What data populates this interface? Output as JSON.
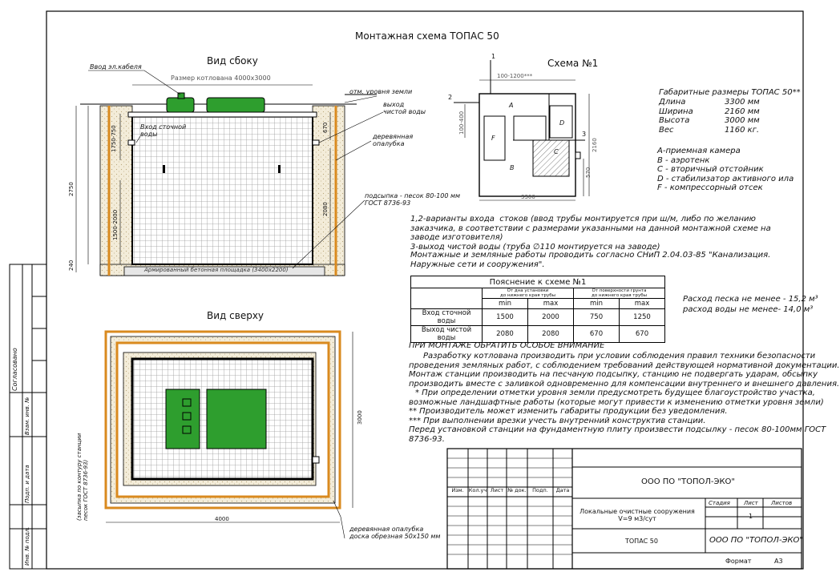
{
  "drawing_title": "Монтажная схема ТОПАС 50",
  "side_view": {
    "title": "Вид сбоку",
    "pit_size": "Размер котлована 4000х3000",
    "cable_entry": "Ввод эл.кабеля",
    "ground_level": "отм. уровня земли",
    "clean_water_outlet": "выход\nчистой воды",
    "sewage_inlet": "Вход сточной\nводы",
    "wooden_formwork": "деревянная\nопалубка",
    "sand_bedding": "подсыпка - песок 80-100 мм\nГОСТ 8736-93",
    "concrete_slab": "Армированный бетонная площадка (3400х2200)",
    "dim_1750_750": "1750-750",
    "dim_2750": "2750",
    "dim_1500_2000": "1500-2000",
    "dim_240": "240",
    "dim_670": "670",
    "dim_2080": "2080"
  },
  "top_view": {
    "title": "Вид сверху",
    "formwork": "деревянная опалубка\nдоска обрезная 50х150 мм",
    "left_note": "(засыпка по контуру станции\nпесок ГОСТ 8736-93)",
    "dim_3000": "3000",
    "dim_4000": "4000"
  },
  "scheme1": {
    "title": "Схема №1",
    "label_1": "1",
    "label_2": "2",
    "label_3": "3",
    "dim_top": "100-1200***",
    "dim_left": "100-400",
    "dim_2160": "2160",
    "dim_570": "570",
    "dim_3300": "3300",
    "zone_a": "A",
    "zone_b": "B",
    "zone_c": "C",
    "zone_d": "D",
    "zone_f": "F"
  },
  "specs": {
    "heading": "Габаритные размеры ТОПАС 50**",
    "rows": [
      {
        "label": "Длина",
        "value": "3300 мм"
      },
      {
        "label": "Ширина",
        "value": "2160 мм"
      },
      {
        "label": "Высота",
        "value": "3000 мм"
      },
      {
        "label": "Вес",
        "value": "1160 кг."
      }
    ],
    "legend": [
      "А-приемная камера",
      "B - аэротенк",
      "C - вторичный отстойник",
      "D - стабилизатор активного  ила",
      "F  - компрессорный отсек"
    ]
  },
  "notes": {
    "variants": "1,2-варианты входа  стоков (ввод трубы монтируется при ш/м, либо по желанию заказчика, в соответствии с размерами указанными на данной монтажной схеме на заводе изготовителя)\n3-выход чистой воды (труба ∅110 монтируется на заводе)",
    "snip": "Монтажные и земляные работы проводить согласно СНиП 2.04.03-85 \"Канализация. Наружные сети и сооружения\"."
  },
  "explanation_table": {
    "title": "Пояснение к схеме №1",
    "col_group_1": "От дна установки\nдо нижнего края трубы",
    "col_group_2": "От поверхности грунта\nдо нижнего края трубы",
    "min": "min",
    "max": "max",
    "rows": [
      {
        "label": "Вход сточной воды",
        "v1": "1500",
        "v2": "2000",
        "v3": "750",
        "v4": "1250"
      },
      {
        "label": "Выход чистой воды",
        "v1": "2080",
        "v2": "2080",
        "v3": "670",
        "v4": "670"
      }
    ]
  },
  "consumption": {
    "sand": "Расход песка не менее - 15,2 м³",
    "water": "расход воды не менее- 14,0 м³"
  },
  "attention": {
    "heading": "ПРИ МОНТАЖЕ ОБРАТИТЬ ОСОБОЕ ВНИМАНИЕ",
    "lines": [
      "Разработку котлована производить при условии соблюдения правил техники безопасности",
      "проведения земляных работ, с соблюдением требований действующей нормативной документации.",
      "Монтаж станции производить на песчаную подсыпку, станцию не подвергать ударам, обсыпку",
      "производить вместе с заливкой одновременно для компенсации внутреннего и внешнего давления.",
      "* При определении отметки уровня земли предусмотреть будущее благоустройство участка,",
      "возможные ландшафтные работы (которые могут привести к изменению отметки уровня земли)",
      "** Производитель может изменить габариты продукции без уведомления.",
      "*** При выполнении врезки учесть внутренний конструктив станции.",
      "Перед установкой станции на фундаментную плиту произвести подсылку - песок 80-100мм ГОСТ",
      "8736-93."
    ]
  },
  "title_block": {
    "cols": [
      "Изм.",
      "Кол.уч",
      "Лист",
      "№ док.",
      "Подп.",
      "Дата"
    ],
    "company_top": "ООО ПО \"ТОПОЛ-ЭКО\"",
    "description": "Локальные очистные сооружения\nV=9 м3/сут",
    "stage": "Стадия",
    "sheet": "Лист",
    "sheets": "Листов",
    "sheet_no": "1",
    "product": "ТОПАС 50",
    "company_bottom": "ООО ПО \"ТОПОЛ-ЭКО\"",
    "format_label": "Формат",
    "format_value": "А3"
  },
  "side_stamp": {
    "agreed": "Согласовано",
    "rows": [
      "Взам. инв. №",
      "Подп. и дата",
      "Инв. № подл."
    ]
  }
}
